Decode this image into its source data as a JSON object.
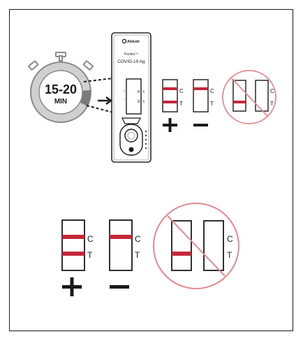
{
  "timer": {
    "time_range": "15-20",
    "unit": "MIN"
  },
  "device": {
    "brand": "Abbott",
    "product_line": "Panbio™",
    "product_name": "COVID-19 Ag",
    "window_marks": [
      "C",
      "T"
    ]
  },
  "results_small": [
    {
      "type": "positive",
      "labels": [
        "C",
        "T"
      ],
      "lines": [
        "C",
        "T"
      ],
      "symbol": "+"
    },
    {
      "type": "negative",
      "labels": [
        "C",
        "T"
      ],
      "lines": [
        "C"
      ],
      "symbol": "−"
    },
    {
      "type": "invalid",
      "labels": [
        "C",
        "T"
      ],
      "lines": [
        "T"
      ],
      "crossed_out": true
    }
  ],
  "results_large": [
    {
      "type": "positive",
      "labels": [
        "C",
        "T"
      ],
      "lines": [
        "C",
        "T"
      ],
      "symbol": "+"
    },
    {
      "type": "negative",
      "labels": [
        "C",
        "T"
      ],
      "lines": [
        "C"
      ],
      "symbol": "−"
    },
    {
      "type": "invalid",
      "labels": [
        "C",
        "T"
      ],
      "lines": [
        "T"
      ],
      "crossed_out": true
    }
  ],
  "colors": {
    "result_line": "#c4283a",
    "prohibit_circle": "#e08a92",
    "timer_ring": "#c9c9c9",
    "timer_slice": "#7a7a7a",
    "outline": "#1a1a1a"
  }
}
